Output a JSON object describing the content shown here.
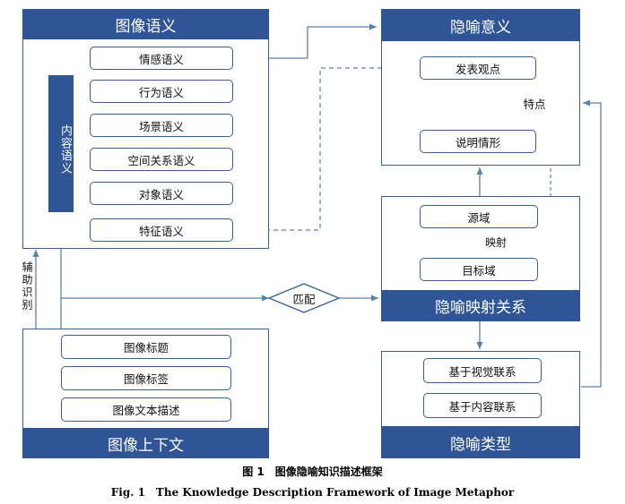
{
  "image_semantics": {
    "title": "图像语义",
    "emotion": "情感语义",
    "content": {
      "label": "内容语义",
      "items": [
        "行为语义",
        "场景语义",
        "空间关系语义",
        "对象语义"
      ]
    },
    "feature": "特征语义"
  },
  "image_context": {
    "title": "图像上下文",
    "items": [
      "图像标题",
      "图像标签",
      "图像文本描述"
    ]
  },
  "metaphor_meaning": {
    "title": "隐喻意义",
    "viewpoint": "发表观点",
    "trait": "特点",
    "situation": "说明情形"
  },
  "metaphor_mapping": {
    "title": "隐喻映射关系",
    "source": "源域",
    "mapping": "映射",
    "target": "目标域"
  },
  "metaphor_type": {
    "title": "隐喻类型",
    "items": [
      "基于视觉联系",
      "基于内容联系"
    ]
  },
  "edges": {
    "auxiliary": "辅助识别",
    "match": "匹配"
  },
  "caption": {
    "cn": "图 1　图像隐喻知识描述框架",
    "en": "Fig. 1　The Knowledge Description Framework of Image Metaphor"
  },
  "colors": {
    "header": "#2f5597",
    "border": "#3a5f93",
    "arrow": "#5a7fb3"
  }
}
